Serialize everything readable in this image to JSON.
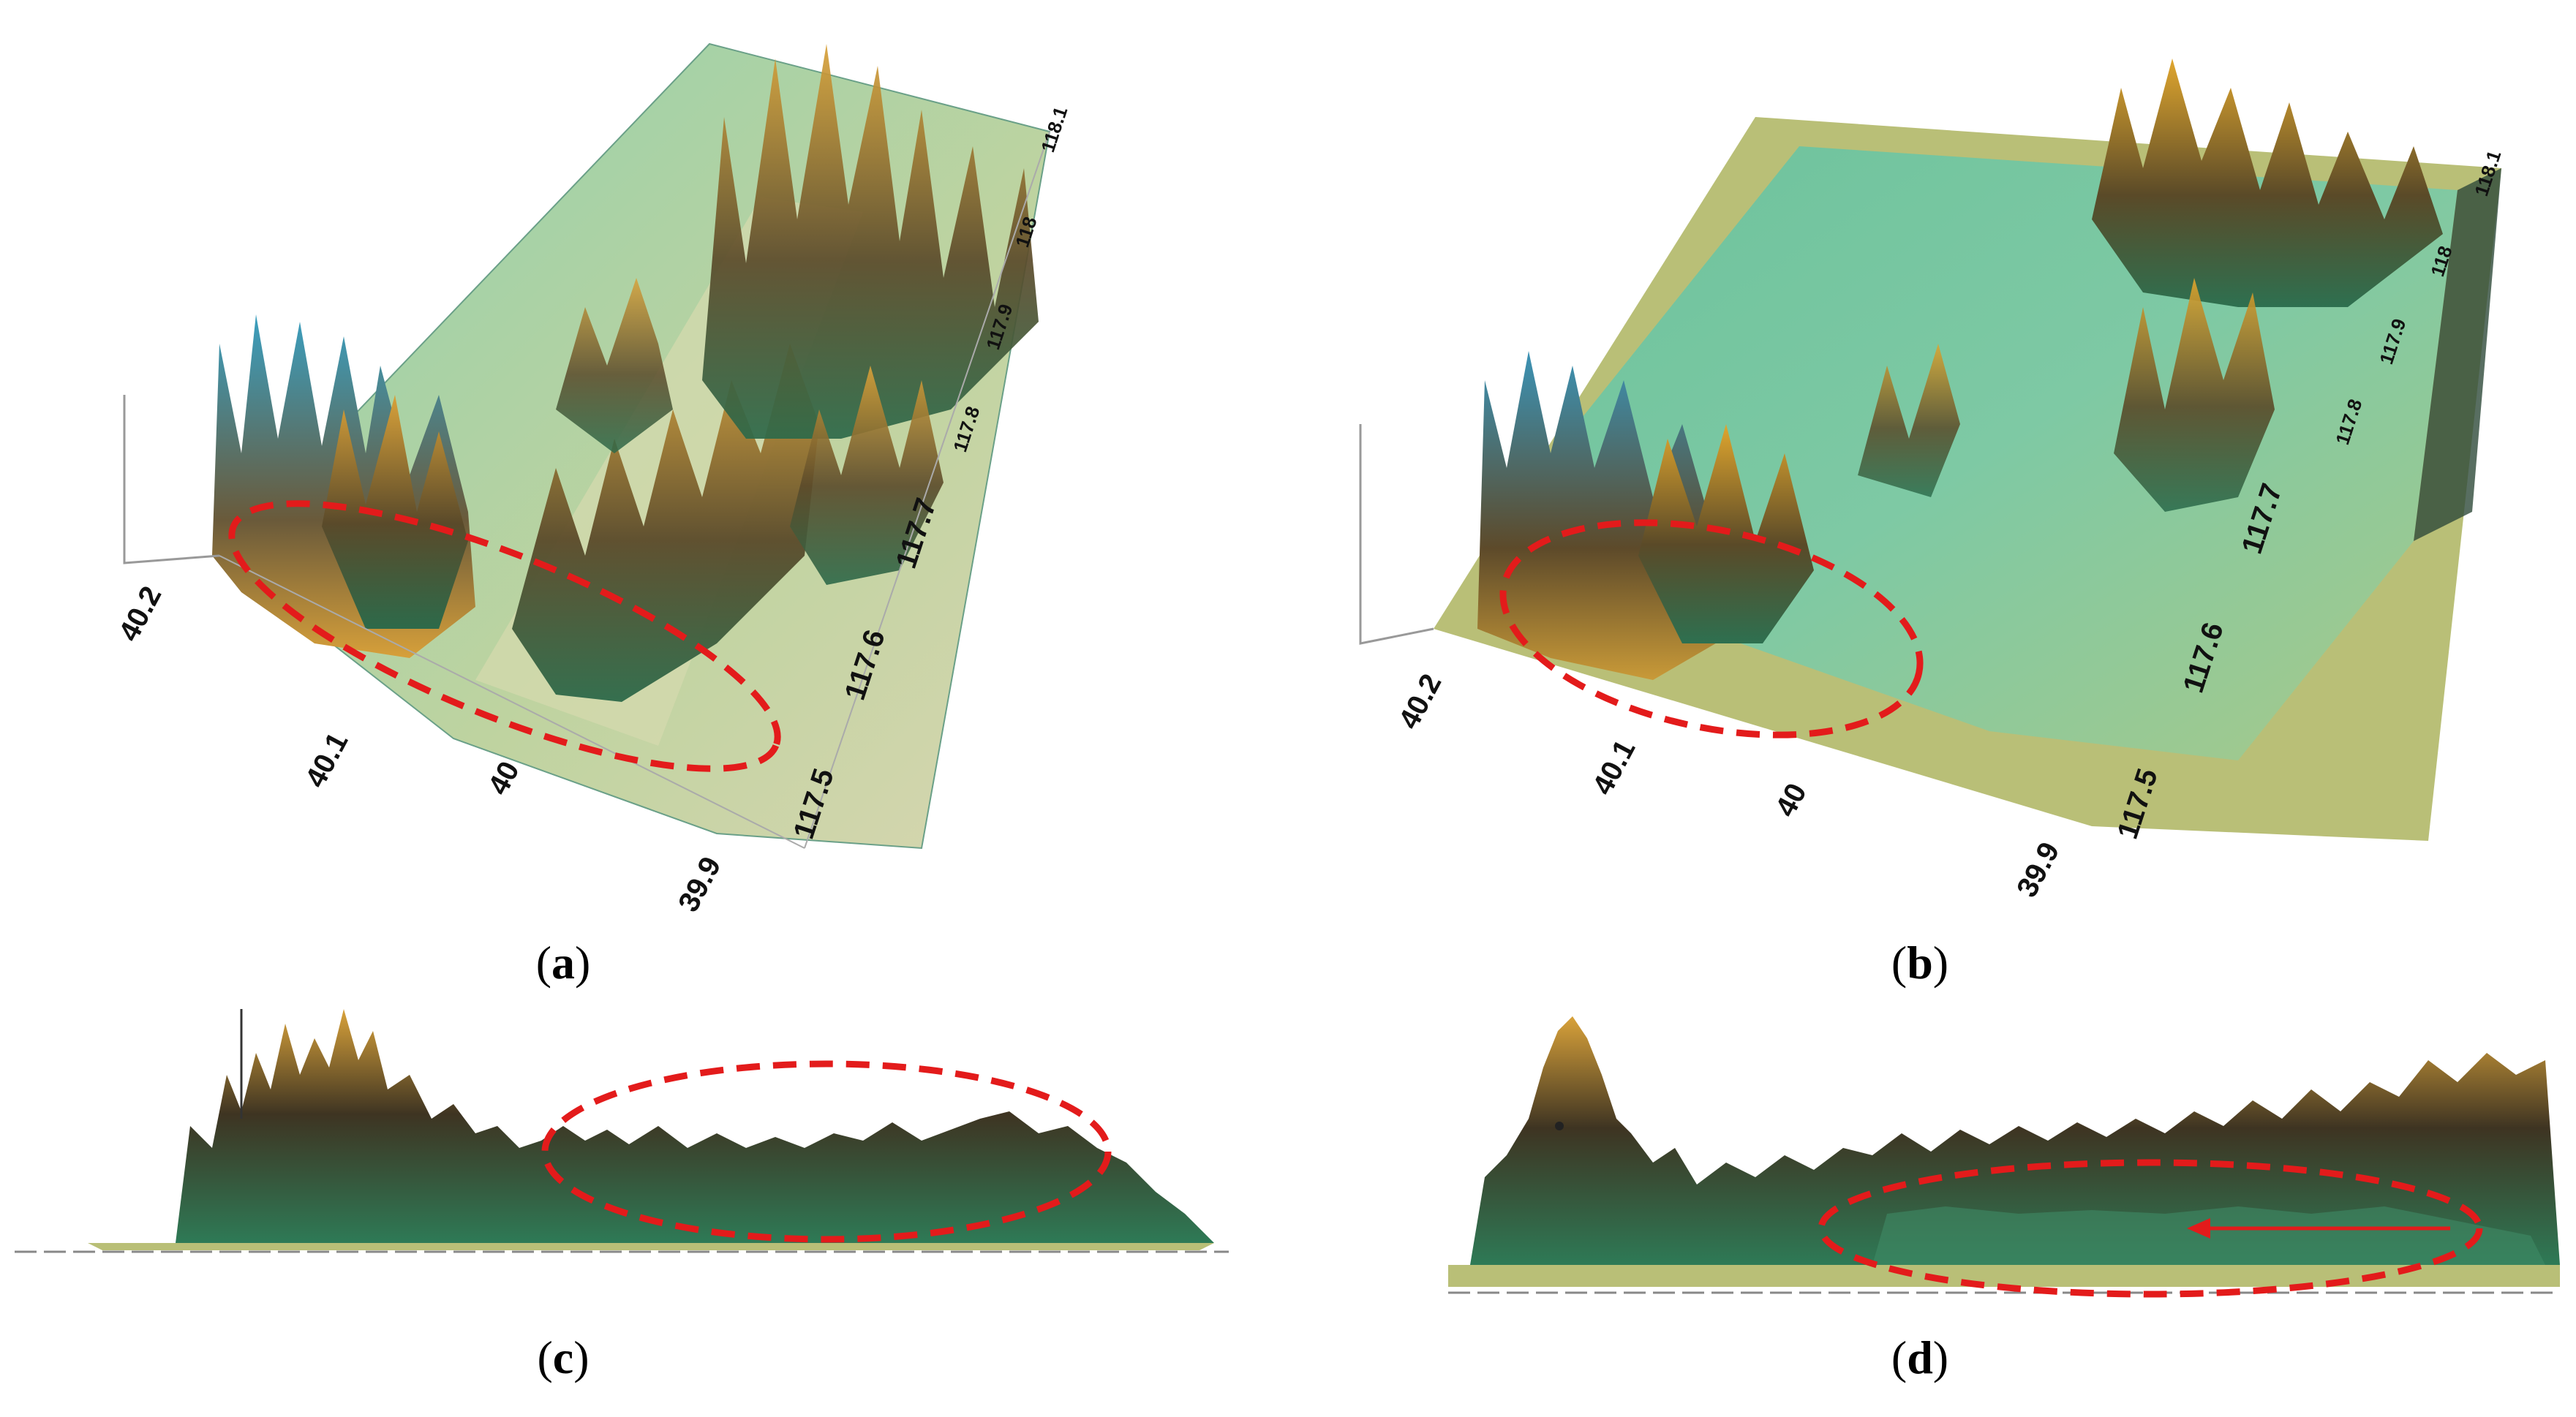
{
  "figure": {
    "panels": [
      {
        "id": "a",
        "label": "a",
        "view": "3D perspective terrain surface",
        "lat_ticks": [
          "40.2",
          "40.1",
          "40",
          "39.9"
        ],
        "lon_ticks": [
          "117.5",
          "117.6",
          "117.7",
          "117.8",
          "117.9",
          "118",
          "118.1"
        ],
        "annotation": "red dashed ellipse"
      },
      {
        "id": "b",
        "label": "b",
        "view": "3D perspective surface with vegetation",
        "lat_ticks": [
          "40.2",
          "40.1",
          "40",
          "39.9"
        ],
        "lon_ticks": [
          "117.5",
          "117.6",
          "117.7",
          "117.8",
          "117.9",
          "118",
          "118.1"
        ],
        "annotation": "red dashed ellipse"
      },
      {
        "id": "c",
        "label": "c",
        "view": "side profile of terrain",
        "annotation": "red dashed ellipse"
      },
      {
        "id": "d",
        "label": "d",
        "view": "side profile with vegetation",
        "annotation": "red dashed ellipse with arrow"
      }
    ]
  },
  "colors": {
    "terrain_green": "#7fc9a3",
    "terrain_olive": "#c9c98a",
    "peak_orange": "#d8a030",
    "peak_dark": "#3a3020",
    "base_plane": "#b9bf77",
    "annotation_red": "#e31b1b"
  }
}
